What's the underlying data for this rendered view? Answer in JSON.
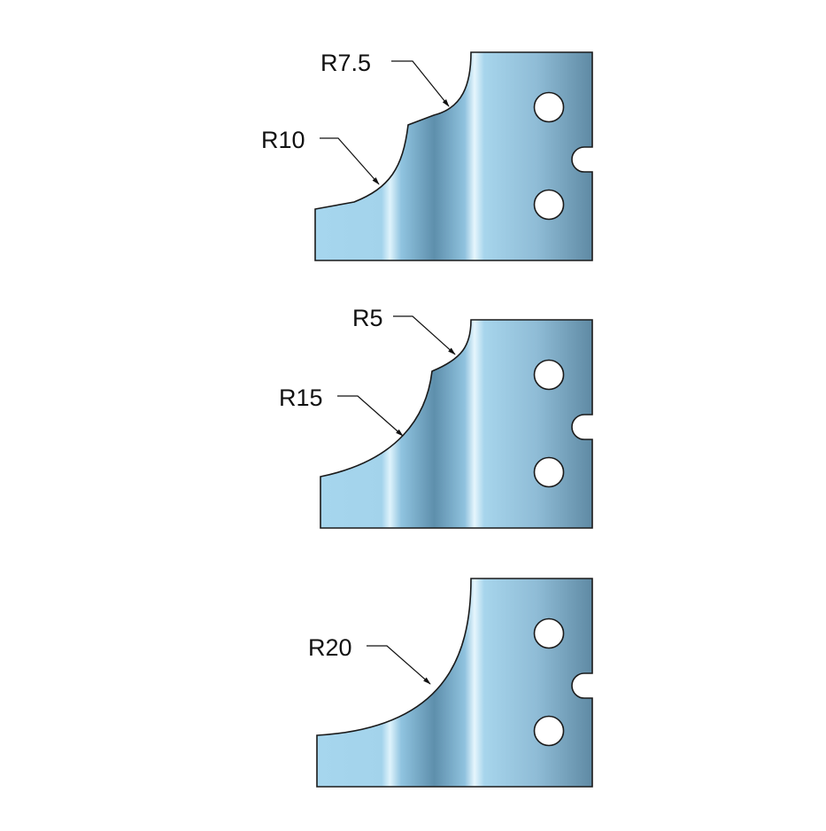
{
  "colors": {
    "steel_light": "#a6d6ee",
    "steel_mid": "#8fc3df",
    "steel_dark": "#5e8fac",
    "steel_shadow": "#6f8fa5",
    "outline": "#1a1a1a",
    "background": "#ffffff"
  },
  "profiles": [
    {
      "name": "profile-1",
      "labels": [
        {
          "text": "R7.5"
        },
        {
          "text": "R10"
        }
      ]
    },
    {
      "name": "profile-2",
      "labels": [
        {
          "text": "R5"
        },
        {
          "text": "R15"
        }
      ]
    },
    {
      "name": "profile-3",
      "labels": [
        {
          "text": "R20"
        }
      ]
    }
  ]
}
